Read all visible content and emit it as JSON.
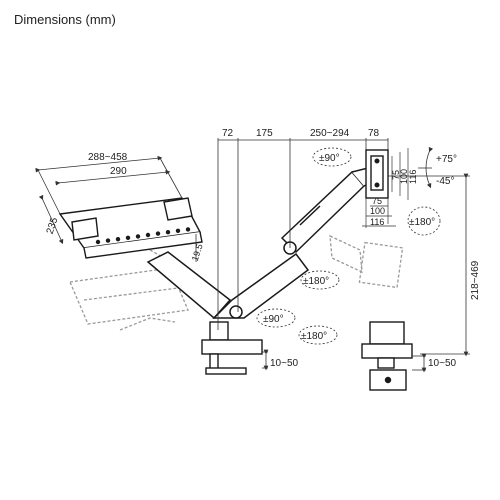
{
  "title": "Dimensions (mm)",
  "dims": {
    "laptop_width_range": "288~458",
    "laptop_inner": "290",
    "laptop_depth": "235",
    "tray_tilt": "19.5",
    "d72": "72",
    "d175": "175",
    "d250_294": "250~294",
    "d78": "78",
    "height_range": "218~469",
    "clamp_left": "10~50",
    "clamp_right": "10~50"
  },
  "rotations": {
    "rot90_top": "±90°",
    "rot180_mid": "±180°",
    "rot90_low": "±90°",
    "rot180_low": "±180°",
    "rot180_vesa": "±180°",
    "tilt_up": "+75°",
    "tilt_down": "-45°"
  },
  "vesa": {
    "v75_h": "75",
    "v100_h": "100",
    "v75_v": "75",
    "v100_v": "100",
    "v116_v": "116",
    "v116_h": "116"
  },
  "colors": {
    "line": "#1a1a1a",
    "ghost": "#9a9a9a",
    "dim": "#333333"
  }
}
